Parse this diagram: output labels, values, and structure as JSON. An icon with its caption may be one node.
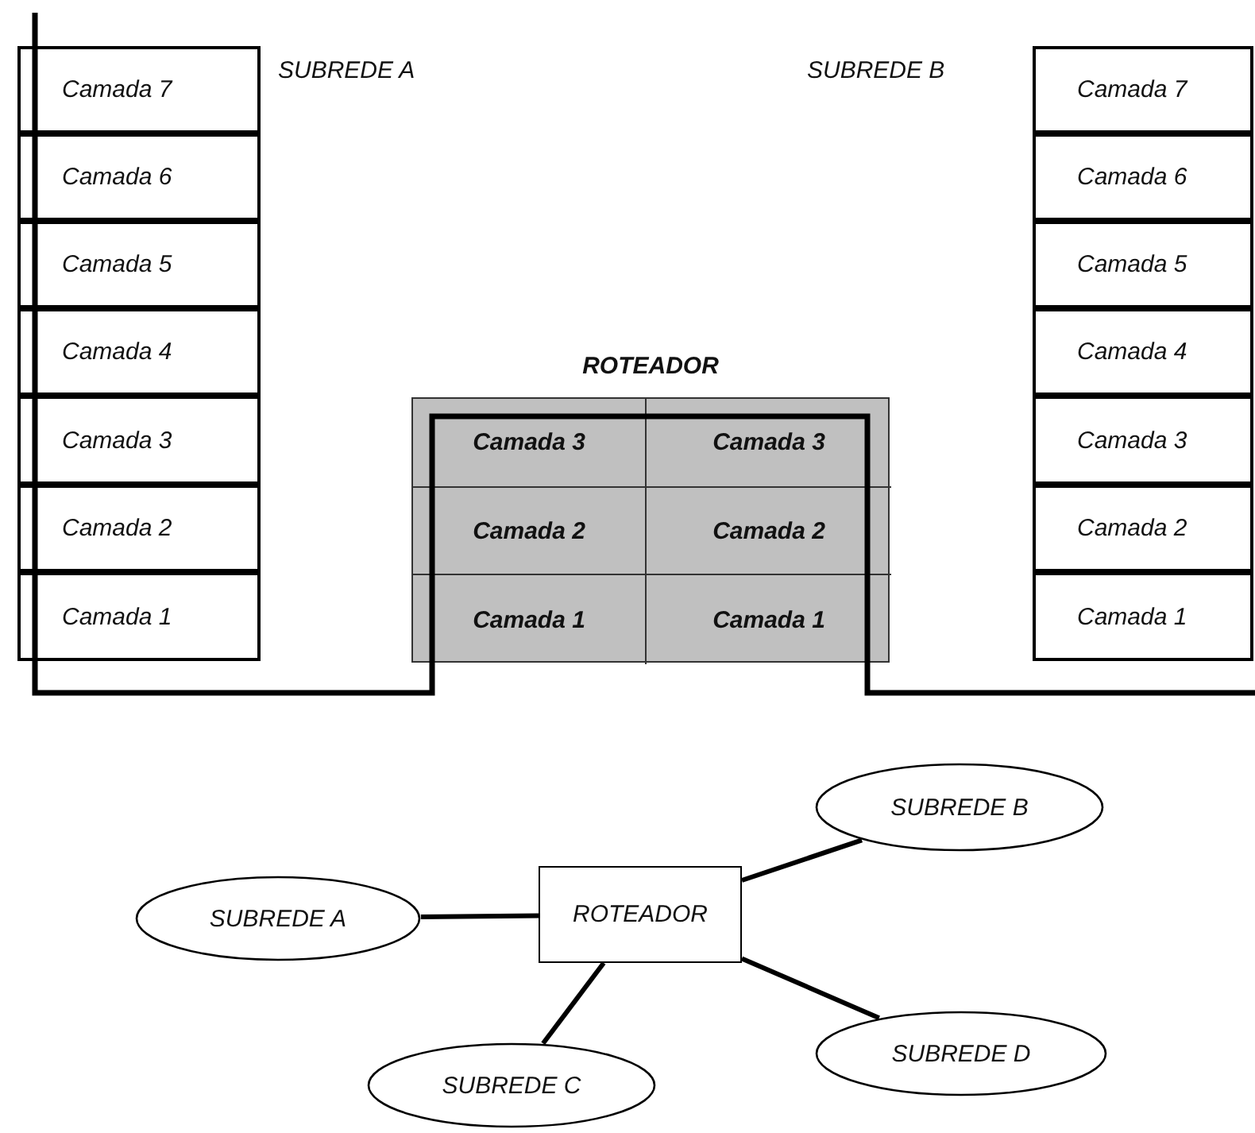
{
  "diagram": {
    "nodes": [
      {
        "text": [
          "Camada 7"
        ]
      },
      {
        "text": [
          "Camada 6"
        ]
      },
      {
        "text": [
          "Camada 5"
        ]
      },
      {
        "text": [
          "Camada 4"
        ]
      },
      {
        "text": [
          "Camada 3"
        ]
      },
      {
        "text": [
          "Camada 2"
        ]
      },
      {
        "text": [
          "Camada 1"
        ]
      },
      {
        "text": [
          "ROTEADOR"
        ]
      },
      {
        "text": [
          "Camada 3"
        ],
        "in": 7
      },
      {
        "text": [
          "Camada 3"
        ],
        "in": 7
      },
      {
        "text": [
          "Camada 2"
        ],
        "in": 7
      },
      {
        "text": [
          "Camada 2"
        ],
        "in": 7
      },
      {
        "text": [
          "Camada 1"
        ],
        "in": 7
      },
      {
        "text": [
          "Camada 1"
        ],
        "in": 7
      },
      {
        "text": [
          "Camada 7"
        ]
      },
      {
        "text": [
          "Camada 6"
        ]
      },
      {
        "text": [
          "Camada 5"
        ]
      },
      {
        "text": [
          "Camada 4"
        ]
      },
      {
        "text": [
          "Camada 3"
        ]
      },
      {
        "text": [
          "Camada 2"
        ]
      },
      {
        "text": [
          "Camada 1"
        ]
      },
      {
        "text": [
          "SUBREDE B"
        ]
      },
      {
        "text": [
          "SUBREDE A"
        ]
      },
      {
        "text": [
          "ROTEADOR"
        ]
      },
      {
        "text": [
          "SUBREDE D"
        ]
      },
      {
        "text": [
          "SUBREDE C"
        ]
      }
    ],
    "edges": [
      {
        "from": 23,
        "to": 22,
        "arrow": "none"
      },
      {
        "from": 23,
        "to": 21,
        "arrow": "none"
      },
      {
        "from": 23,
        "to": 25,
        "arrow": "none"
      },
      {
        "from": 23,
        "to": 24,
        "arrow": "none"
      }
    ],
    "labels": [
      "SUBREDE A",
      "SUBREDE B"
    ]
  }
}
